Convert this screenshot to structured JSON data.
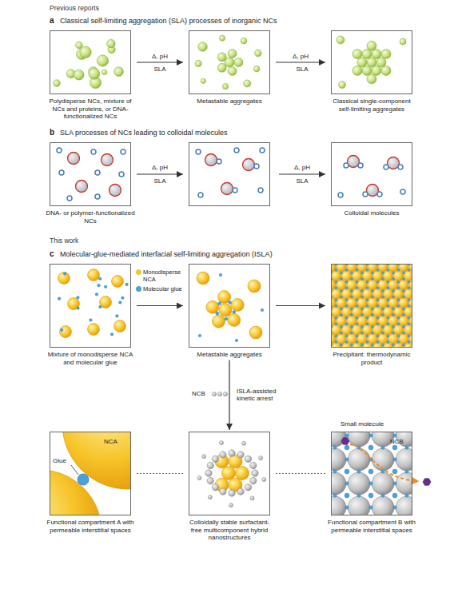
{
  "diagram": {
    "nodes": [
      {
        "text": [
          "Polydisperse NCs, mixture of NCs and proteins, or DNA-functionalized NCs"
        ]
      },
      {
        "text": [
          "Metastable aggregates"
        ]
      },
      {
        "text": [
          "Classical single-component self-limiting aggregates"
        ]
      },
      {
        "text": [
          "DNA- or polymer-functionalized NCs"
        ]
      },
      {
        "text": [
          "Colloidal molecules"
        ]
      },
      {
        "text": [
          "Mixture of monodisperse NCA and molecular glue"
        ]
      },
      {
        "text": [
          "Metastable aggregates"
        ]
      },
      {
        "text": [
          "Precipitant: thermodynamic product"
        ]
      },
      {
        "text": [
          "Functional compartment A with permeable interstitial spaces"
        ]
      },
      {
        "text": [
          "Colloidally stable surfactant-free multicomponent hybrid nanostructures"
        ]
      },
      {
        "text": [
          "Functional compartment B with permeable interstitial spaces"
        ]
      }
    ],
    "edges": [
      {
        "from": 0,
        "to": 1,
        "label": "Δ, pH",
        "arrow": "to"
      },
      {
        "from": 1,
        "to": 2,
        "label": "Δ, pH",
        "arrow": "to"
      },
      {
        "from": 5,
        "to": 6,
        "arrow": "to"
      },
      {
        "from": 6,
        "to": 7,
        "arrow": "to"
      },
      {
        "from": 6,
        "to": 9,
        "label": "ISLA-assisted kinetic arrest",
        "arrow": "to"
      },
      {
        "from": 9,
        "to": 8,
        "arrow": "none"
      },
      {
        "from": 9,
        "to": 10,
        "arrow": "none"
      }
    ],
    "labels": [
      "Previous reports",
      "a",
      "Classical self-limiting aggregation (SLA) processes of inorganic NCs",
      "SLA",
      "SLA",
      "b",
      "SLA processes of NCs leading to colloidal molecules",
      "Δ, pH",
      "SLA",
      "Δ, pH",
      "SLA",
      "This work",
      "c",
      "Molecular-glue-mediated interfacial self-limiting aggregation (ISLA)",
      "NCB",
      "NCA",
      "Glue",
      "Small molecule",
      "NCB"
    ],
    "legend": [
      {
        "text": "Monodisperse NCA",
        "color": "#f6c531"
      },
      {
        "text": "Molecular glue",
        "color": "#4aa3d8"
      }
    ]
  }
}
